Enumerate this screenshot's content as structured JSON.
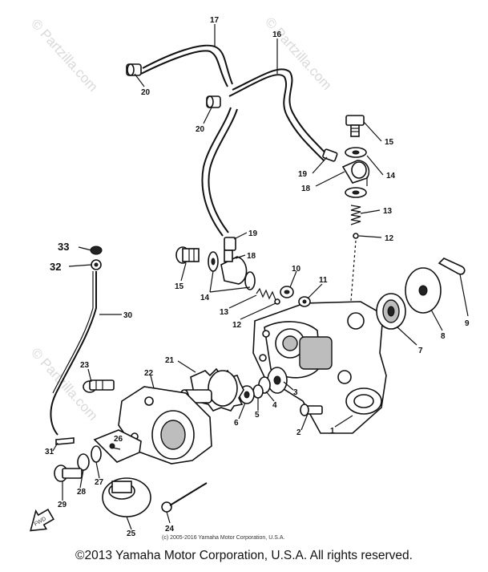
{
  "watermarks": [
    "© Partzilla.com",
    "© Partzilla.com",
    "© Partzilla.com"
  ],
  "fig_mark": "FWD",
  "inner_copyright": "(c) 2005-2016 Yamaha Motor Corporation, U.S.A.",
  "copyright": "©2013 Yamaha Motor Corporation, U.S.A. All rights reserved.",
  "callouts": {
    "c17": "17",
    "c16": "16",
    "c20a": "20",
    "c20b": "20",
    "c15a": "15",
    "c14a": "14",
    "c19a": "19",
    "c18a": "18",
    "c13a": "13",
    "c12a": "12",
    "c33": "33",
    "c32": "32",
    "c19b": "19",
    "c18b": "18",
    "c15b": "15",
    "c14b": "14",
    "c13b": "13",
    "c10": "10",
    "c11": "11",
    "c12b": "12",
    "c9": "9",
    "c8": "8",
    "c7": "7",
    "c30": "30",
    "c21": "21",
    "c23": "23",
    "c22": "22",
    "c3": "3",
    "c4": "4",
    "c5": "5",
    "c6": "6",
    "c2": "2",
    "c1": "1",
    "c31": "31",
    "c28": "28",
    "c27": "27",
    "c29": "29",
    "c26": "26",
    "c25": "25",
    "c24": "24"
  }
}
